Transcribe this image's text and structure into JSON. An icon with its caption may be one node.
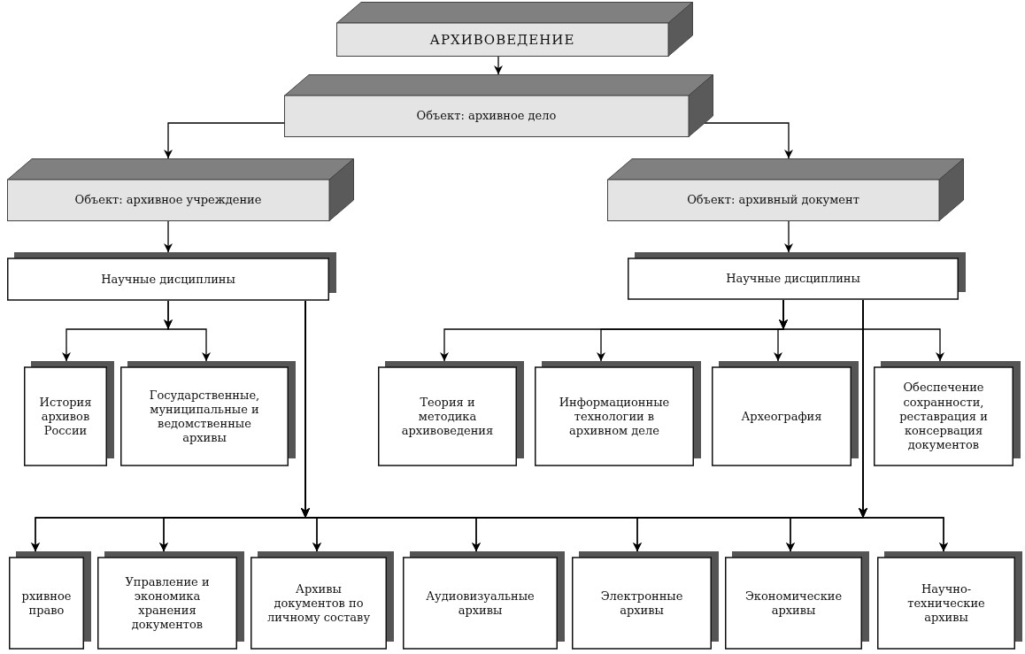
{
  "diagram": {
    "nodes": [
      {
        "text": [
          "АРХИВОВЕДЕНИЕ"
        ]
      },
      {
        "text": [
          "Объект: архивное дело"
        ]
      },
      {
        "text": [
          "Объект: архивное учреждение"
        ]
      },
      {
        "text": [
          "Объект: архивный документ"
        ]
      },
      {
        "text": [
          "Научные дисциплины"
        ]
      },
      {
        "text": [
          "Научные дисциплины"
        ]
      },
      {
        "text": [
          "История архивов России"
        ]
      },
      {
        "text": [
          "Государственные, муниципальные и ведомственные архивы"
        ]
      },
      {
        "text": [
          "Теория и методика архивоведения"
        ]
      },
      {
        "text": [
          "Информационные технологии в архивном деле"
        ]
      },
      {
        "text": [
          "Археография"
        ]
      },
      {
        "text": [
          "Обеспечение сохранности, реставрация и консервация документов"
        ]
      },
      {
        "text": [
          "рхивное право"
        ]
      },
      {
        "text": [
          "Управление и экономика хранения документов"
        ]
      },
      {
        "text": [
          "Архивы документов по личному составу"
        ]
      },
      {
        "text": [
          "Аудиовизуальные архивы"
        ]
      },
      {
        "text": [
          "Электронные архивы"
        ]
      },
      {
        "text": [
          "Экономические архивы"
        ]
      },
      {
        "text": [
          "Научно-технические архивы"
        ]
      }
    ],
    "edges": [
      {
        "from": 0,
        "to": 1,
        "arrow": "to"
      },
      {
        "from": 1,
        "to": 2,
        "arrow": "to"
      },
      {
        "from": 1,
        "to": 3,
        "arrow": "to"
      },
      {
        "from": 2,
        "to": 4,
        "arrow": "to"
      },
      {
        "from": 3,
        "to": 5,
        "arrow": "to"
      },
      {
        "from": 4,
        "to": 6,
        "arrow": "to"
      },
      {
        "from": 4,
        "to": 7,
        "arrow": "to"
      },
      {
        "from": 5,
        "to": 8,
        "arrow": "to"
      },
      {
        "from": 5,
        "to": 9,
        "arrow": "to"
      },
      {
        "from": 5,
        "to": 10,
        "arrow": "to"
      },
      {
        "from": 5,
        "to": 11,
        "arrow": "to"
      },
      {
        "from": 4,
        "to": 12,
        "arrow": "to"
      },
      {
        "from": 4,
        "to": 13,
        "arrow": "to"
      },
      {
        "from": 4,
        "to": 14,
        "arrow": "to"
      },
      {
        "from": 4,
        "to": 15,
        "arrow": "to"
      },
      {
        "from": 4,
        "to": 16,
        "arrow": "to"
      },
      {
        "from": 4,
        "to": 17,
        "arrow": "to"
      },
      {
        "from": 4,
        "to": 18,
        "arrow": "to"
      },
      {
        "from": 5,
        "to": 12,
        "arrow": "to"
      },
      {
        "from": 5,
        "to": 13,
        "arrow": "to"
      },
      {
        "from": 5,
        "to": 14,
        "arrow": "to"
      },
      {
        "from": 5,
        "to": 15,
        "arrow": "to"
      },
      {
        "from": 5,
        "to": 16,
        "arrow": "to"
      },
      {
        "from": 5,
        "to": 17,
        "arrow": "to"
      },
      {
        "from": 5,
        "to": 18,
        "arrow": "to"
      }
    ]
  }
}
